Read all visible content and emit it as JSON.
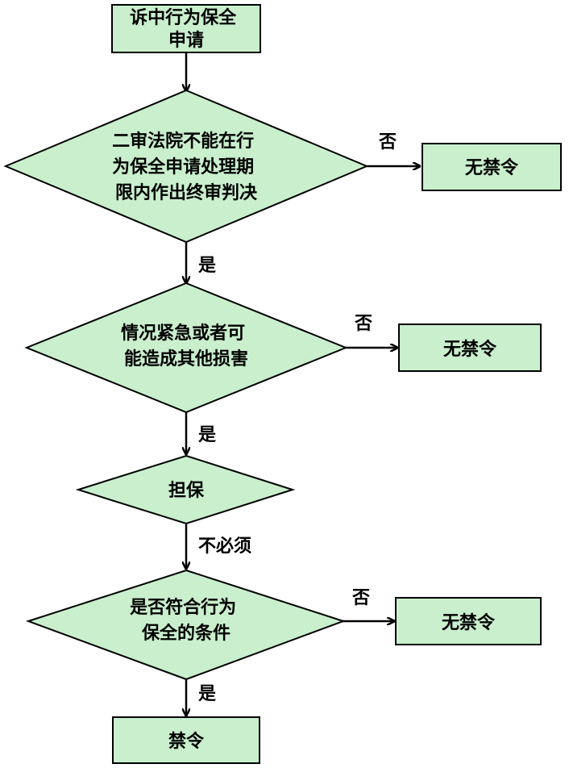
{
  "colors": {
    "node_fill": "#c9efcd",
    "stroke": "#000000",
    "text": "#000000"
  },
  "nodes": {
    "start": [
      "诉中行为保全",
      "申请"
    ],
    "d1": [
      "二审法院不能在行",
      "为保全申请处理期",
      "限内作出终审判决"
    ],
    "no1": [
      "无禁令"
    ],
    "d2": [
      "情况紧急或者可",
      "能造成其他损害"
    ],
    "no2": [
      "无禁令"
    ],
    "d3": [
      "担保"
    ],
    "d4": [
      "是否符合行为",
      "保全的条件"
    ],
    "no4": [
      "无禁令"
    ],
    "end": [
      "禁令"
    ]
  },
  "labels": {
    "d1_no": "否",
    "d1_yes": "是",
    "d2_no": "否",
    "d2_yes": "是",
    "d3_next": "不必须",
    "d4_no": "否",
    "d4_yes": "是"
  }
}
